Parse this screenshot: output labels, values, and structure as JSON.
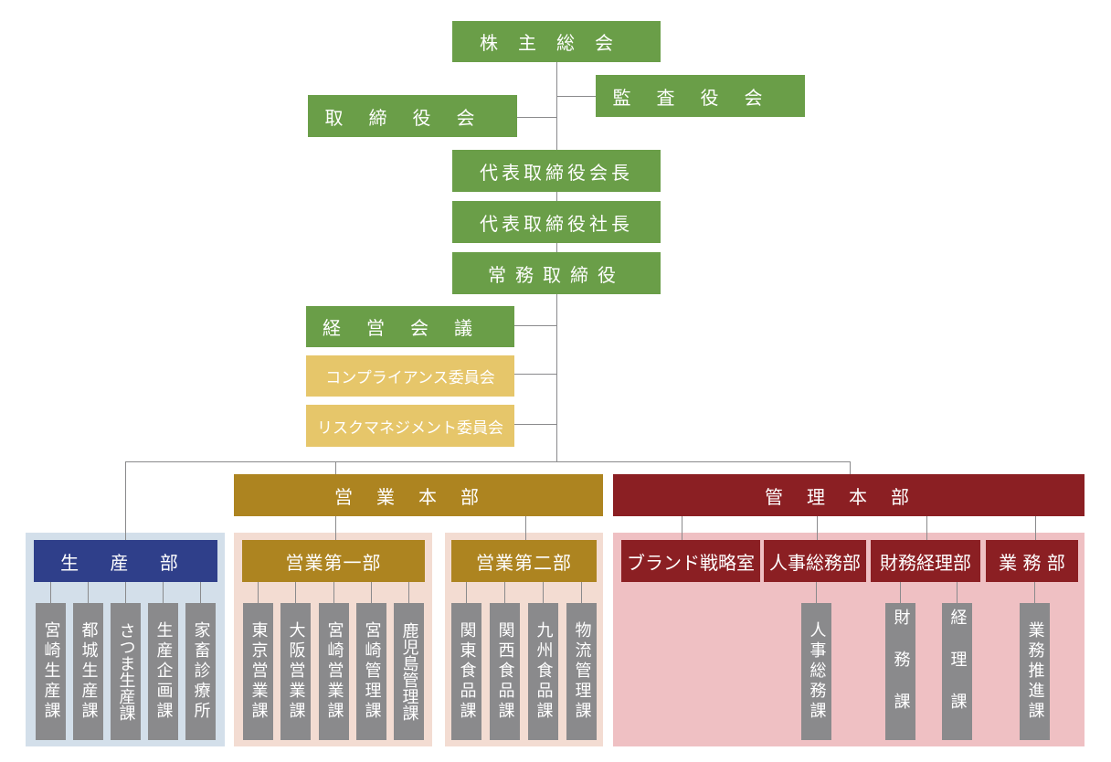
{
  "top": {
    "shareholders": "株主総会",
    "auditors": "監査役会",
    "board": "取締役会",
    "chairman": "代表取締役会長",
    "president": "代表取締役社長",
    "managing": "常務取締役",
    "mgmt_meeting": "経営会議",
    "compliance": "コンプライアンス委員会",
    "risk": "リスクマネジメント委員会"
  },
  "sales_hq": {
    "label": "営業本部",
    "dept1": {
      "label": "営業第一部",
      "sections": [
        "東京営業課",
        "大阪営業課",
        "宮崎営業課",
        "宮崎管理課",
        "鹿児島管理課"
      ]
    },
    "dept2": {
      "label": "営業第二部",
      "sections": [
        "関東食品課",
        "関西食品課",
        "九州食品課",
        "物流管理課"
      ]
    }
  },
  "production": {
    "label": "生 産 部",
    "sections": [
      "宮崎生産課",
      "都城生産課",
      "さつま生産課",
      "生産企画課",
      "家畜診療所"
    ]
  },
  "admin_hq": {
    "label": "管理本部",
    "depts": [
      "ブランド戦略室",
      "人事総務部",
      "財務経理部",
      "業 務 部"
    ],
    "sections": [
      "人事総務課",
      "財務課",
      "経理課",
      "業務推進課"
    ]
  },
  "colors": {
    "green": "#6a9e48",
    "yellow": "#e6c66a",
    "gold": "#ad8420",
    "red": "#8b1f23",
    "navy": "#2f3f8a",
    "gray": "#8a8a8c"
  }
}
